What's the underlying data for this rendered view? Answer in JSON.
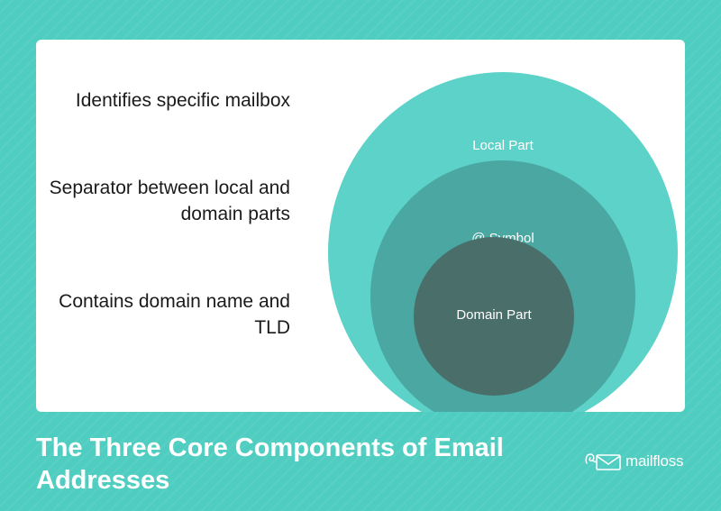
{
  "colors": {
    "background": "#4ecdc0",
    "card": "#ffffff",
    "local_part_circle": "#5cd2c8",
    "at_symbol_circle": "#4aa7a1",
    "domain_part_circle": "#4a6f6b",
    "text_dark": "#1a1a1a",
    "text_light": "#ffffff"
  },
  "diagram": {
    "components": [
      {
        "label": "Local Part",
        "description": "Identifies specific mailbox"
      },
      {
        "label": "@ Symbol",
        "description": "Separator between local and domain parts"
      },
      {
        "label": "Domain Part",
        "description": "Contains domain name and TLD"
      }
    ]
  },
  "footer": {
    "title": "The Three Core Components of Email Addresses",
    "brand": {
      "name": "mailfloss",
      "logo_icon": "envelope-icon"
    }
  }
}
